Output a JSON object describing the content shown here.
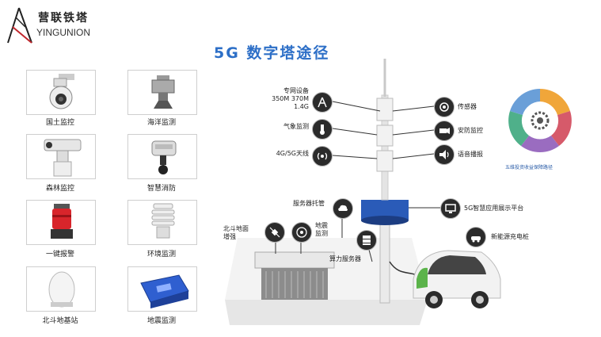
{
  "brand": {
    "name_cn": "营联铁塔",
    "name_en": "YINGUNION"
  },
  "title": "5G 数字塔途径",
  "categories": [
    {
      "label": "国土监控",
      "icon": "dome-camera-icon"
    },
    {
      "label": "海洋监测",
      "icon": "marine-sensor-icon"
    },
    {
      "label": "森林监控",
      "icon": "ptz-camera-icon"
    },
    {
      "label": "智慧消防",
      "icon": "fire-sensor-icon"
    },
    {
      "label": "一键报警",
      "icon": "alarm-light-icon"
    },
    {
      "label": "环境监测",
      "icon": "weather-shield-icon"
    },
    {
      "label": "北斗地基站",
      "icon": "beidou-antenna-icon"
    },
    {
      "label": "地震监测",
      "icon": "seismic-box-icon"
    }
  ],
  "tower_features": {
    "left": [
      {
        "label": "专网设备\n350M 370M\n1.4G",
        "icon": "antenna-icon"
      },
      {
        "label": "气象监测",
        "icon": "thermometer-icon"
      },
      {
        "label": "4G/5G天线",
        "icon": "signal-icon"
      }
    ],
    "right": [
      {
        "label": "传感器",
        "icon": "sensor-icon"
      },
      {
        "label": "安防监控",
        "icon": "camera-icon"
      },
      {
        "label": "语音播报",
        "icon": "speaker-icon"
      }
    ]
  },
  "base_features": {
    "beidou": "北斗地面\n增强",
    "server_hosting": "服务器托管",
    "seismic": "地震\n监测",
    "compute": "算力服务器",
    "display": "5G智慧应用展示平台",
    "charging": "新能源充电桩"
  },
  "cycle_caption": "五维投资收益保障路径",
  "colors": {
    "title_blue": "#2d6fc7",
    "icon_dark": "#2b2b2b",
    "cycle": [
      "#6a9fd8",
      "#f0a63a",
      "#d65a6a",
      "#9a6cc0",
      "#4fb08a"
    ]
  }
}
